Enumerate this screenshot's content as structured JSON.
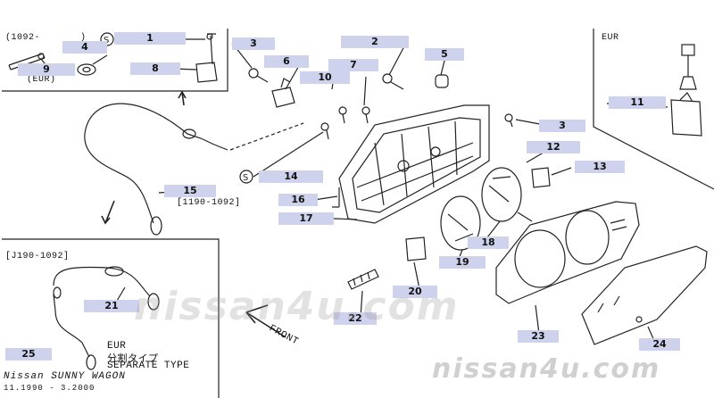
{
  "region_labels": {
    "top_left_code": "(1092-",
    "top_left_close": ")",
    "eur_paren": "(EUR)",
    "eur_right": "EUR",
    "left_code": "[1190-1092]",
    "bottom_code": "[J190-1092]",
    "front": "FRONT",
    "separate_eur": "EUR",
    "separate_jp": "分割タイプ",
    "separate_type": "SEPARATE TYPE"
  },
  "callouts": [
    "1",
    "2",
    "3",
    "3",
    "4",
    "5",
    "6",
    "7",
    "8",
    "9",
    "10",
    "11",
    "12",
    "13",
    "14",
    "15",
    "16",
    "17",
    "18",
    "19",
    "20",
    "21",
    "22",
    "23",
    "24",
    "25"
  ],
  "footer": {
    "model": "Nissan SUNNY WAGON",
    "dates": "11.1990 - 3.2000"
  },
  "watermarks": {
    "center": "nissan4u.com",
    "bottom_right": "nissan4u.com"
  },
  "colors": {
    "callout_bg": "#cfd2ec",
    "line": "#222222",
    "watermark": "#969696"
  }
}
